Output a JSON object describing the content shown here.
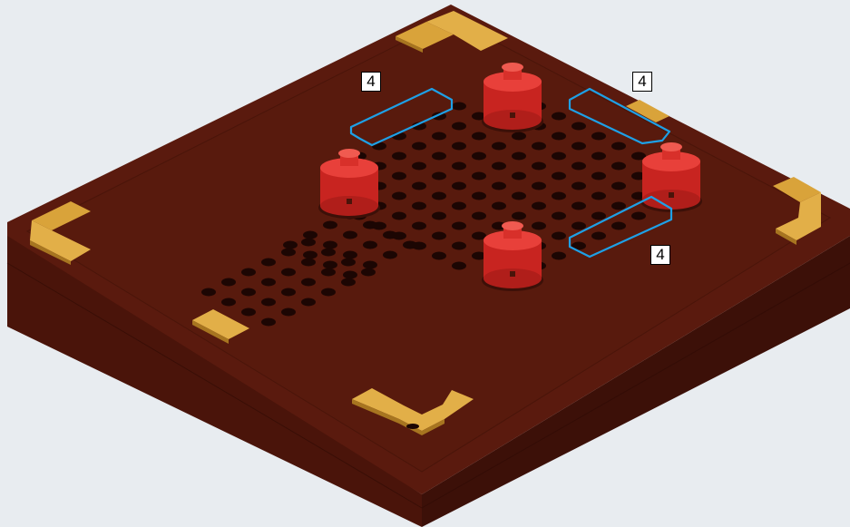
{
  "scene": {
    "background_color": "#e8ecf0",
    "colors": {
      "baseplate_top": "#5a1a0e",
      "baseplate_left_side": "#4a140a",
      "baseplate_right_side": "#3e1008",
      "stud": "#1c0603",
      "tile_gold": "#d9a33a",
      "round_brick_red": "#e0302a",
      "placement_outline": "#1ea0e6"
    },
    "parts": {
      "round_bricks_red": 4,
      "gold_corner_tiles": 6,
      "placement_outlines": 3
    }
  },
  "callouts": [
    {
      "quantity": "4"
    },
    {
      "quantity": "4"
    },
    {
      "quantity": "4"
    }
  ]
}
